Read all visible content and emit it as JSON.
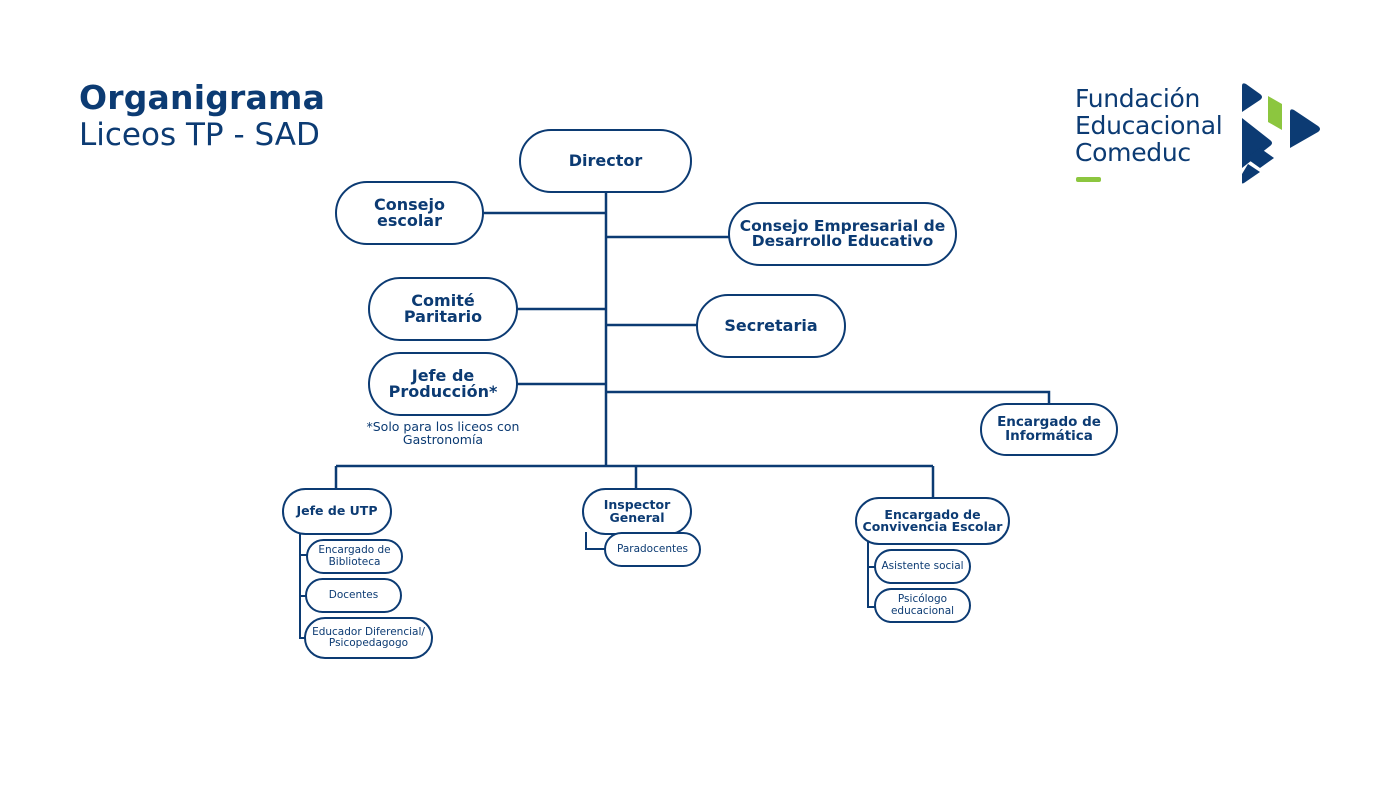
{
  "header": {
    "title": "Organigrama",
    "subtitle": "Liceos TP - SAD"
  },
  "brand": {
    "name": "Fundación\nEducacional\nComeduc",
    "colors": {
      "navy": "#0c3b73",
      "green": "#8cc63f"
    }
  },
  "chart": {
    "director": "Director",
    "consejo_escolar": "Consejo\nescolar",
    "consejo_empresarial": "Consejo Empresarial de\nDesarrollo Educativo",
    "comite_paritario": "Comité\nParitario",
    "secretaria": "Secretaria",
    "jefe_produccion": "Jefe de\nProducción*",
    "jefe_produccion_note": "*Solo para los liceos con\nGastronomía",
    "encargado_informatica": "Encargado de\nInformática",
    "jefe_utp": "Jefe de UTP",
    "inspector_general": "Inspector\nGeneral",
    "encargado_convivencia": "Encargado de\nConvivencia Escolar",
    "utp_children": [
      "Encargado de\nBiblioteca",
      "Docentes",
      "Educador Diferencial/\nPsicopedagogo"
    ],
    "inspector_children": [
      "Paradocentes"
    ],
    "convivencia_children": [
      "Asistente social",
      "Psicólogo\neducacional"
    ]
  }
}
